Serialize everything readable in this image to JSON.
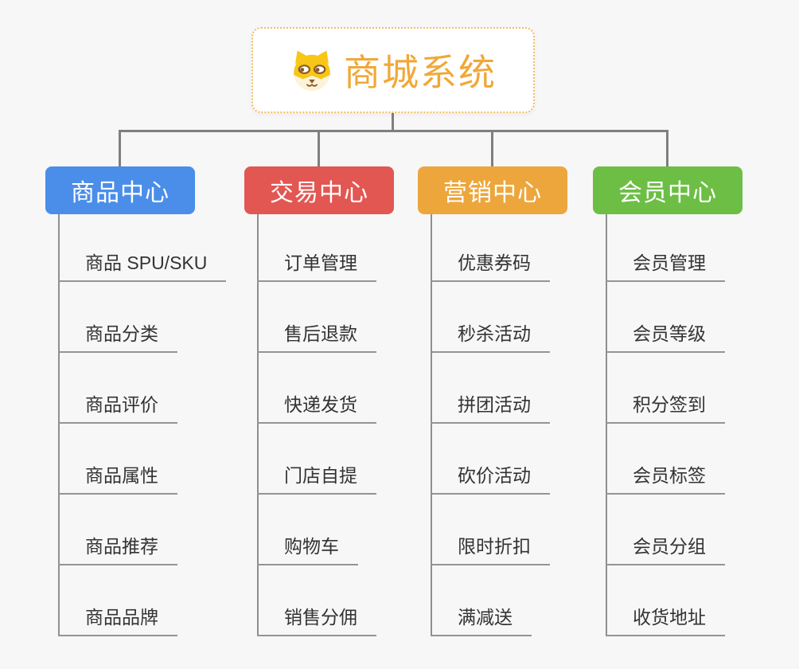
{
  "root": {
    "title": "商城系统",
    "accent_color": "#f0a838",
    "border_color": "#f2bb61",
    "icon": "dog-icon"
  },
  "branches": [
    {
      "label": "商品中心",
      "color": "#4a8ee9",
      "children": [
        "商品 SPU/SKU",
        "商品分类",
        "商品评价",
        "商品属性",
        "商品推荐",
        "商品品牌"
      ]
    },
    {
      "label": "交易中心",
      "color": "#e25752",
      "children": [
        "订单管理",
        "售后退款",
        "快递发货",
        "门店自提",
        "购物车",
        "销售分佣"
      ]
    },
    {
      "label": "营销中心",
      "color": "#eca63b",
      "children": [
        "优惠券码",
        "秒杀活动",
        "拼团活动",
        "砍价活动",
        "限时折扣",
        "满减送"
      ]
    },
    {
      "label": "会员中心",
      "color": "#6dbe45",
      "children": [
        "会员管理",
        "会员等级",
        "积分签到",
        "会员标签",
        "会员分组",
        "收货地址"
      ]
    }
  ],
  "palette": {
    "background": "#f7f7f7",
    "connector": "#7f7f7f",
    "leaf_line": "#949494",
    "leaf_text": "#333333"
  }
}
